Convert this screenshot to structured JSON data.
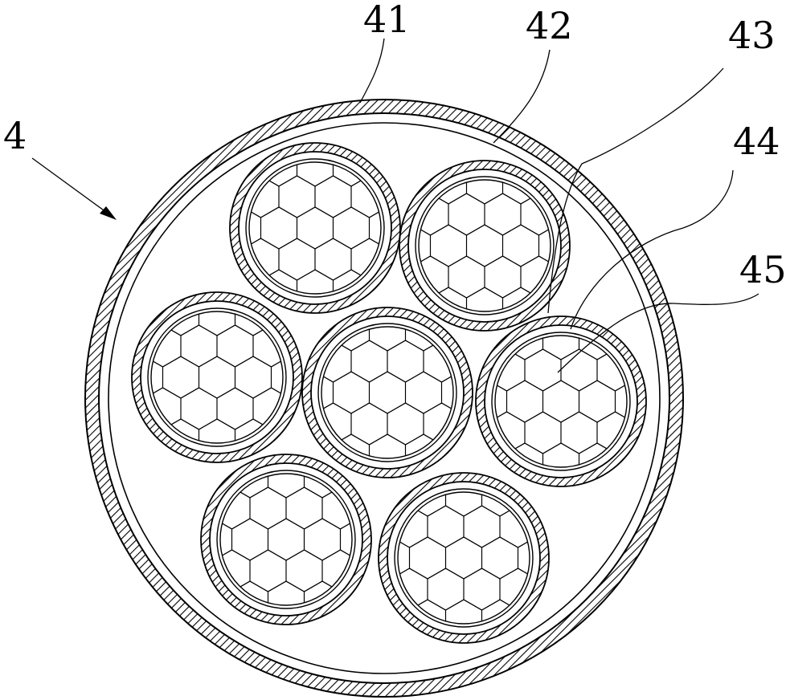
{
  "figure": {
    "labels": {
      "ref_4": "4",
      "ref_41": "41",
      "ref_42": "42",
      "ref_43": "43",
      "ref_44": "44",
      "ref_45": "45"
    },
    "conductor_count": 7,
    "stroke_color": "#000000",
    "background_color": "#ffffff"
  }
}
